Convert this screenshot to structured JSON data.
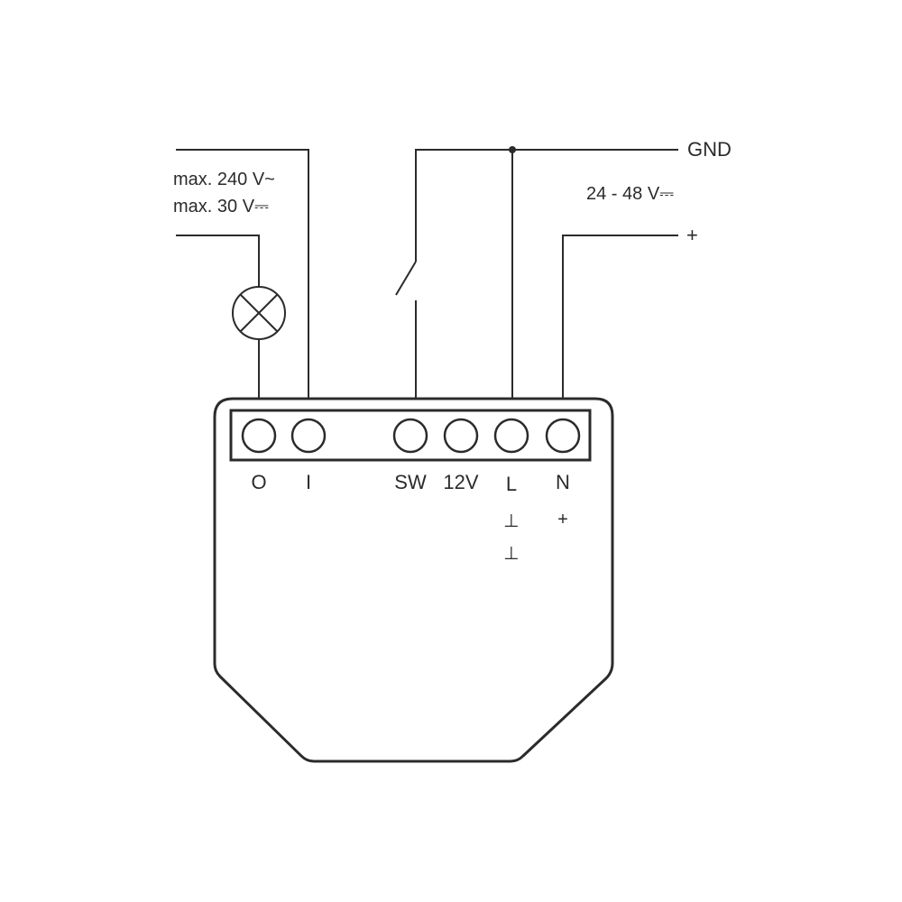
{
  "annotations": {
    "load_limit_ac": "max. 240 V~",
    "load_limit_dc": "max. 30 V⎓",
    "gnd_label": "GND",
    "supply_range": "24 - 48 V⎓",
    "plus_label": "+"
  },
  "terminals": [
    {
      "id": "O",
      "label": "O"
    },
    {
      "id": "I",
      "label": "I"
    },
    {
      "id": "SW",
      "label": "SW"
    },
    {
      "id": "12V",
      "label": "12V"
    },
    {
      "id": "L",
      "label": "L"
    },
    {
      "id": "N",
      "label": "N"
    }
  ],
  "polarity_marks": {
    "l_mark_1": "⊥",
    "l_mark_2": "⊥",
    "n_mark": "+"
  },
  "colors": {
    "line": "#2b2b2b",
    "background": "#ffffff"
  }
}
